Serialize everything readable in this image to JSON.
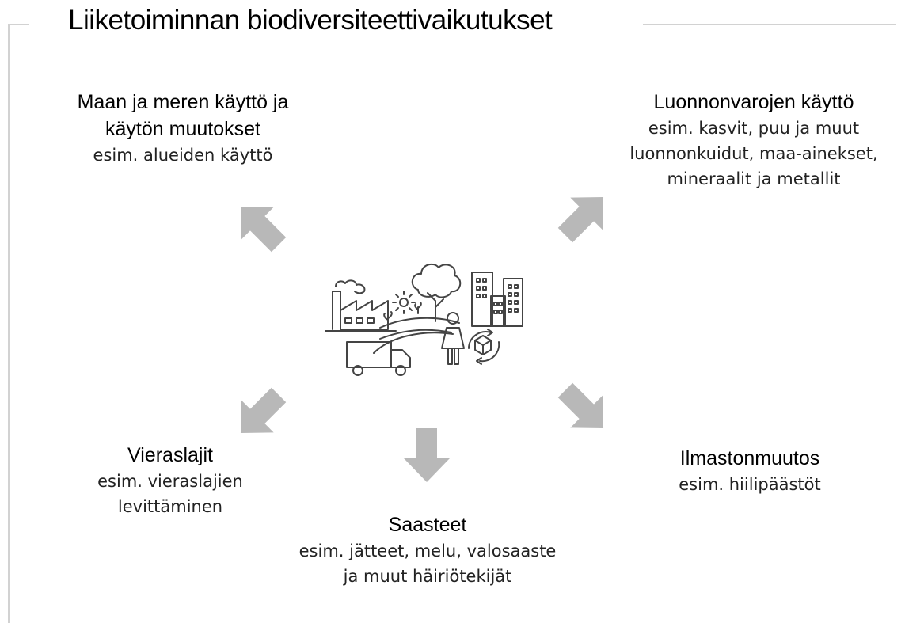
{
  "title": "Liiketoiminnan biodiversiteettivaikutukset",
  "colors": {
    "arrow": "#b8b8b8",
    "frame": "#d2d2d2",
    "icon_stroke": "#444444"
  },
  "center_icon": "business-environment-icon",
  "impacts": {
    "land": {
      "heading": [
        "Maan ja meren käyttö ja",
        "käytön muutokset"
      ],
      "description": [
        "esim. alueiden käyttö"
      ]
    },
    "resources": {
      "heading": [
        "Luonnonvarojen käyttö"
      ],
      "description": [
        "esim. kasvit, puu ja muut",
        "luonnonkuidut, maa-ainekset,",
        "mineraalit ja metallit"
      ]
    },
    "invasive": {
      "heading": [
        "Vieraslajit"
      ],
      "description": [
        "esim. vieraslajien",
        "levittäminen"
      ]
    },
    "climate": {
      "heading": [
        "Ilmastonmuutos"
      ],
      "description": [
        "esim. hiilipäästöt"
      ]
    },
    "pollution": {
      "heading": [
        "Saasteet"
      ],
      "description": [
        "esim. jätteet, melu, valosaaste",
        "ja muut häiriötekijät"
      ]
    }
  }
}
